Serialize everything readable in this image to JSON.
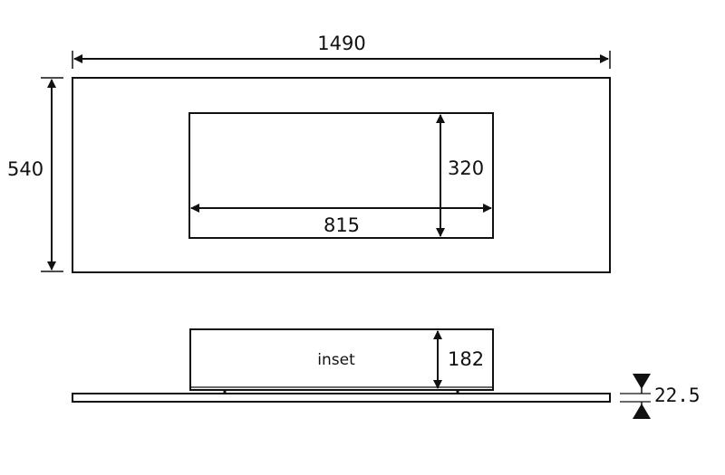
{
  "drawing": {
    "front_view": {
      "overall_width": "1490",
      "overall_height": "540",
      "opening_width": "815",
      "opening_height": "320"
    },
    "side_view": {
      "inset_label": "inset",
      "inset_depth": "182",
      "panel_thickness": "22.5"
    }
  }
}
